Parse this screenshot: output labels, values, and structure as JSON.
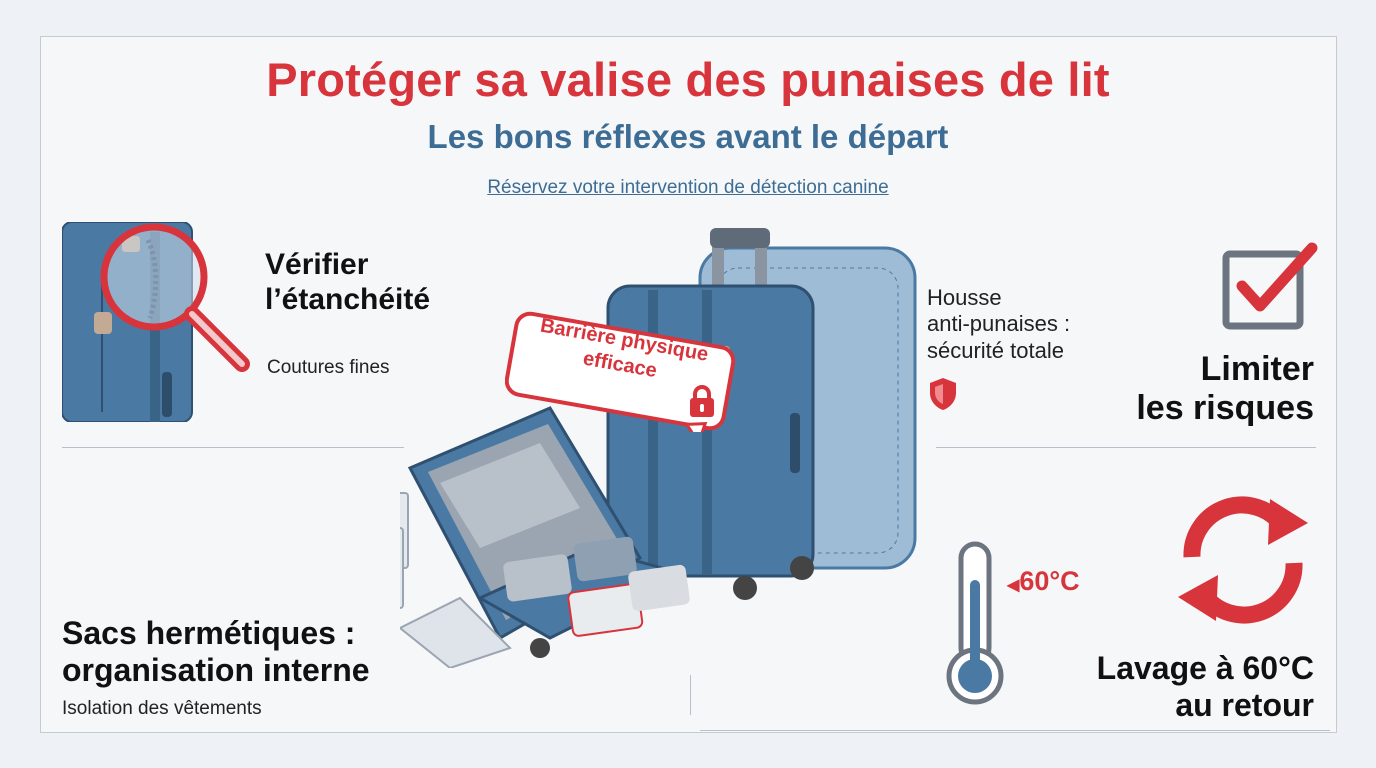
{
  "header": {
    "title": "Protéger sa valise des punaises de lit",
    "subtitle": "Les bons réflexes avant le départ",
    "link_label": "Réservez votre intervention de détection canine"
  },
  "sections": {
    "check": {
      "title_line1": "Vérifier",
      "title_line2": "l’étanchéité",
      "caption": "Coutures fines"
    },
    "cover": {
      "line1": "Housse",
      "line2": "anti-punaises :",
      "line3": "sécurité totale"
    },
    "limit": {
      "line1": "Limiter",
      "line2": "les risques"
    },
    "bags": {
      "title_line1": "Sacs hermétiques :",
      "title_line2": "organisation interne",
      "caption": "Isolation des vêtements"
    },
    "wash": {
      "temp_label": "60°C",
      "line1": "Lavage à 60°C",
      "line2": "au retour"
    }
  },
  "badge": {
    "line1": "Barrière physique",
    "line2": "efficace"
  },
  "icons": [
    "magnifier-icon",
    "lock-icon",
    "shield-icon",
    "checkbox-icon",
    "thermometer-icon",
    "refresh-cycle-icon"
  ],
  "colors": {
    "accent_red": "#d8343c",
    "accent_blue": "#3d6d94",
    "suitcase_blue": "#4a7aa3"
  }
}
